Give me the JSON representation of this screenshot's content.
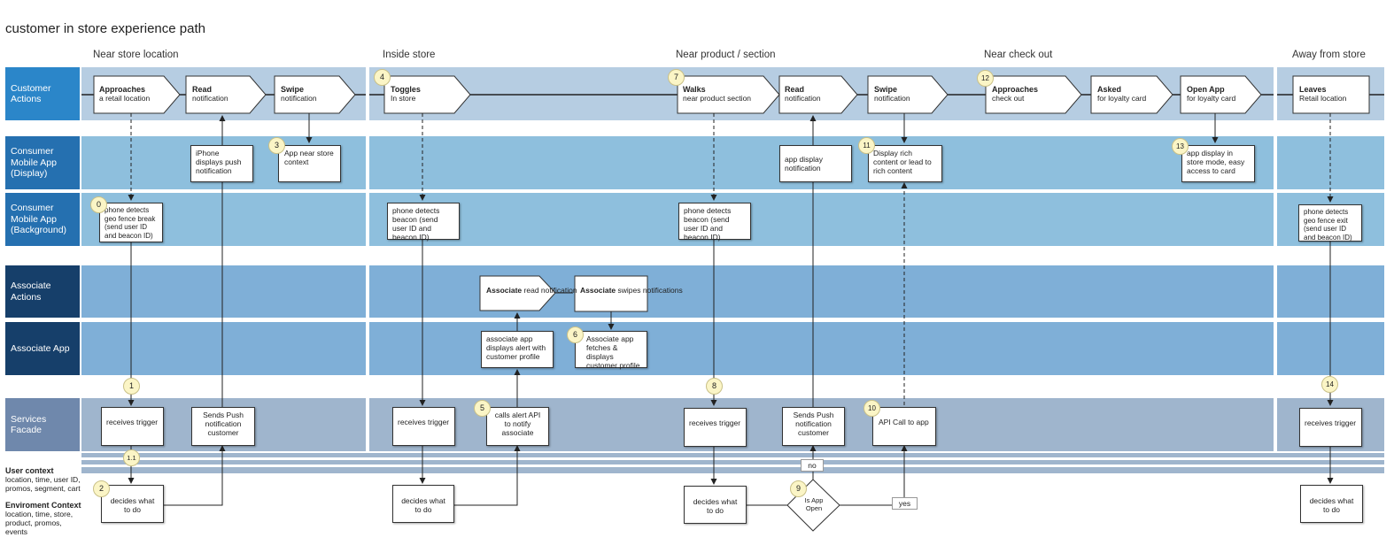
{
  "title": "customer in store experience path",
  "phases": [
    "Near store location",
    "Inside store",
    "Near product / section",
    "Near check out",
    "Away from store"
  ],
  "lanes": [
    {
      "label": "Customer Actions",
      "color": "#2b86c9"
    },
    {
      "label": "Consumer Mobile App (Display)",
      "color": "#2570b0"
    },
    {
      "label": "Consumer Mobile App (Background)",
      "color": "#2570b0"
    },
    {
      "label": "Associate Actions",
      "color": "#163f6a"
    },
    {
      "label": "Associate App",
      "color": "#163f6a"
    },
    {
      "label": "Services Facade",
      "color": "#6f88ac"
    }
  ],
  "side_context": {
    "user_title": "User context",
    "user_text": "location, time, user ID, promos, segment, cart",
    "env_title": "Enviroment Context",
    "env_text": "location, time, store, product, promos, events"
  },
  "customer_actions": [
    {
      "bold": "Approaches",
      "text": "a retail location"
    },
    {
      "bold": "Read",
      "text": "notification"
    },
    {
      "bold": "Swipe",
      "text": "notification"
    },
    {
      "bold": "Toggles",
      "text": "In store"
    },
    {
      "bold": "Walks",
      "text": "near product section"
    },
    {
      "bold": "Read",
      "text": "notification"
    },
    {
      "bold": "Swipe",
      "text": "notification"
    },
    {
      "bold": "Approaches",
      "text": "check out"
    },
    {
      "bold": "Asked",
      "text": "for loyalty card"
    },
    {
      "bold": "Open App",
      "text": "for loyalty card"
    },
    {
      "bold": "Leaves",
      "text": "Retail location"
    }
  ],
  "display_boxes": [
    "iPhone displays push notification",
    "App near store context",
    "app display notification",
    "Display rich content or lead to rich content",
    "app display in store mode, easy access to card"
  ],
  "background_boxes": [
    "phone detects geo fence break (send user ID and beacon ID)",
    "phone detects beacon (send user ID and beacon ID)",
    "phone detects beacon (send user ID and beacon ID)",
    "phone detects geo fence exit (send user ID and beacon ID)"
  ],
  "associate_actions": [
    {
      "bold": "Associate",
      "text": " read notification"
    },
    {
      "bold": "Associate",
      "text": " swipes notifications"
    }
  ],
  "associate_app": [
    "associate app displays alert with customer profile",
    "Associate app fetches & displays customer profile"
  ],
  "services": [
    "receives trigger",
    "Sends Push notification customer",
    "receives trigger",
    "calls alert API to notify associate",
    "receives trigger",
    "Sends Push notification customer",
    "API Call to app",
    "receives trigger"
  ],
  "decides": [
    "decides what to do",
    "decides what to do",
    "decides what to do",
    "decides what to do"
  ],
  "decision": {
    "text": "Is App Open",
    "no": "no",
    "yes": "yes"
  },
  "numbers": [
    "0",
    "1",
    "1.1",
    "2",
    "3",
    "4",
    "5",
    "6",
    "7",
    "8",
    "9",
    "10",
    "11",
    "12",
    "13",
    "14"
  ]
}
